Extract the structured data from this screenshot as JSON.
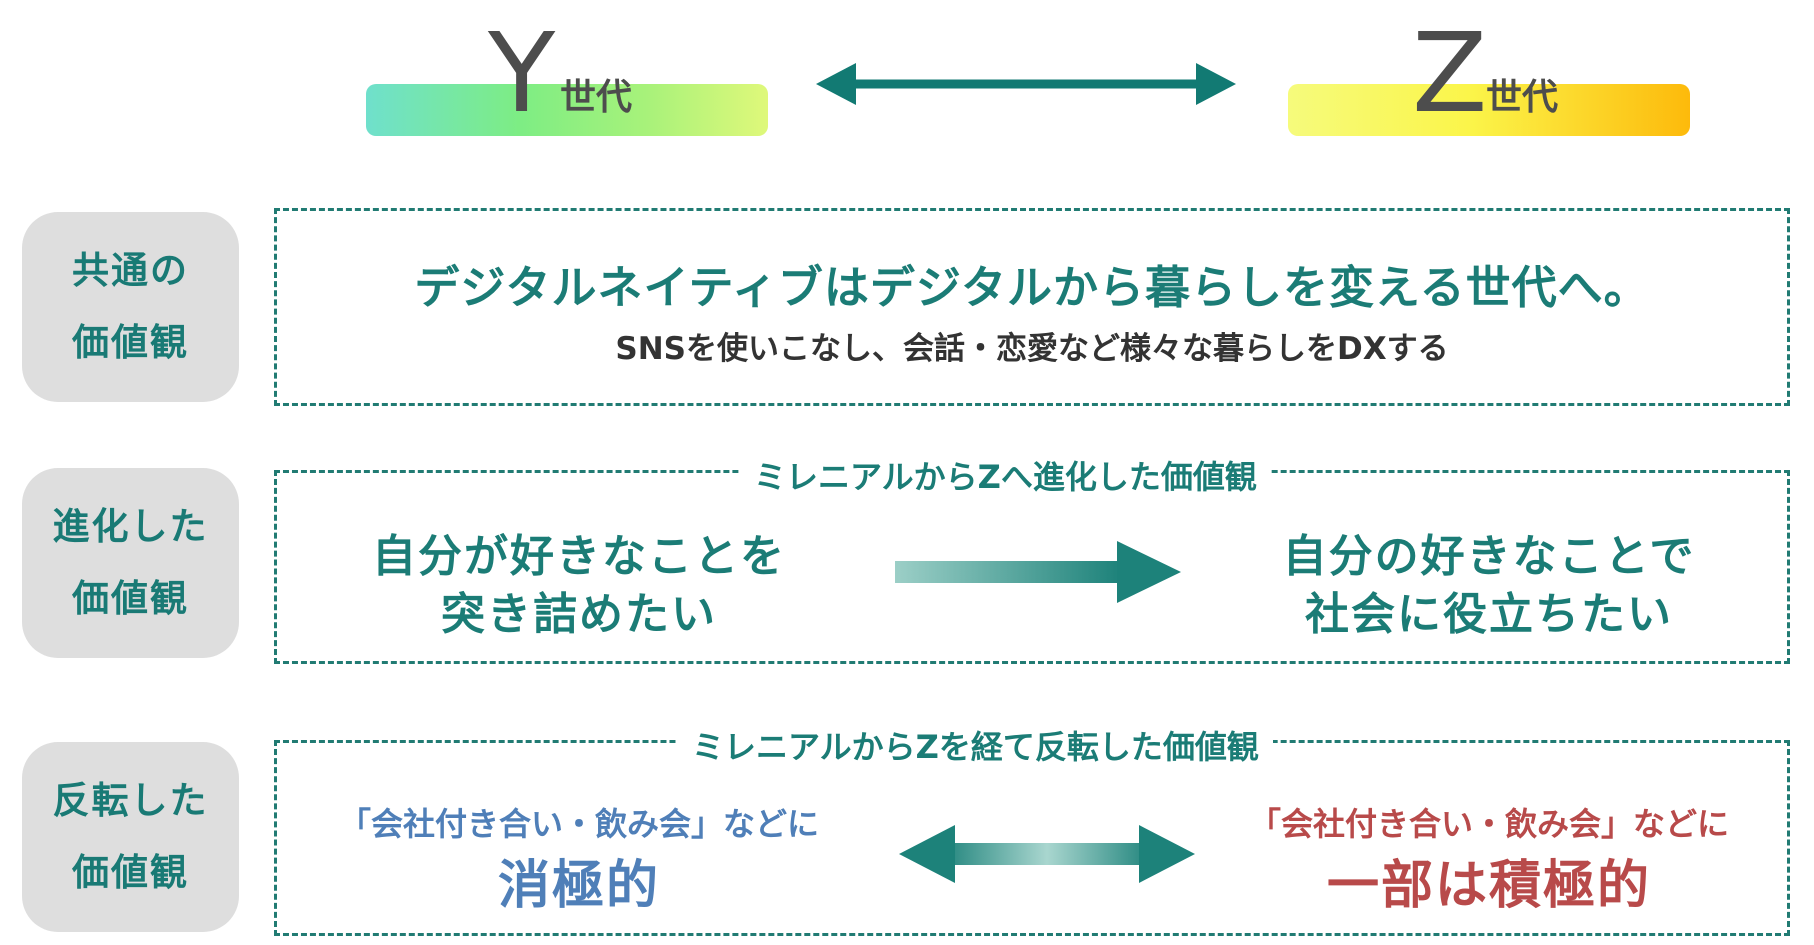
{
  "header": {
    "y": {
      "letter": "Y",
      "suffix": "世代"
    },
    "z": {
      "letter": "Z",
      "suffix": "世代"
    },
    "colors": {
      "y_gradient": [
        "#6fe0cc",
        "#dff87a"
      ],
      "z_gradient": [
        "#f6fb7c",
        "#fdba0b"
      ],
      "arrow": "#127a73"
    }
  },
  "rows": [
    {
      "tag": {
        "line1": "共通の",
        "line2": "価値観"
      },
      "headline": "デジタルネイティブはデジタルから暮らしを変える世代へ。",
      "sub": "SNSを使いこなし、会話・恋愛など様々な暮らしをDXする"
    },
    {
      "tag": {
        "line1": "進化した",
        "line2": "価値観"
      },
      "caption": "ミレニアルからZへ進化した価値観",
      "left": {
        "line1": "自分が好きなことを",
        "line2": "突き詰めたい"
      },
      "right": {
        "line1": "自分の好きなことで",
        "line2": "社会に役立ちたい"
      }
    },
    {
      "tag": {
        "line1": "反転した",
        "line2": "価値観"
      },
      "caption": "ミレニアルからZを経て反転した価値観",
      "left": {
        "small": "「会社付き合い・飲み会」などに",
        "big": "消極的"
      },
      "right": {
        "small": "「会社付き合い・飲み会」などに",
        "big": "一部は積極的"
      }
    }
  ],
  "colors": {
    "teal": "#1b7c76",
    "blue": "#4f7fb8",
    "red": "#b84a4a",
    "tag_bg": "#dedede"
  }
}
